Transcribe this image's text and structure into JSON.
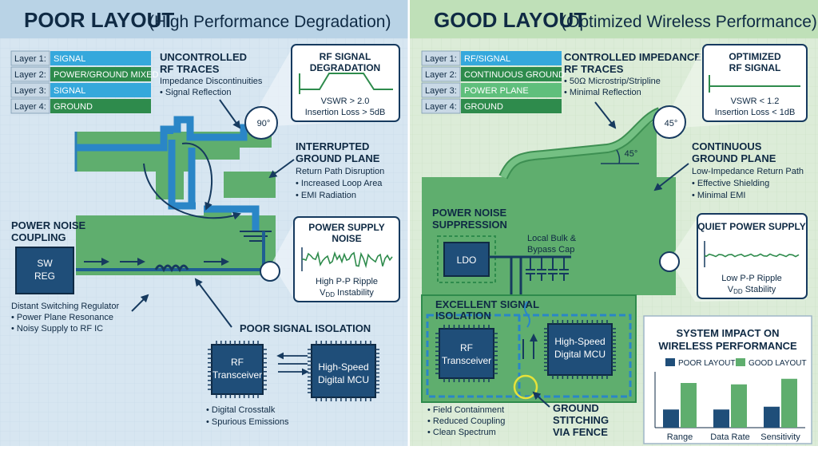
{
  "poor": {
    "title_bold": "POOR LAYOUT",
    "title_rest": "(High Performance Degradation)",
    "layers": [
      {
        "label": "Layer 1:",
        "value": "SIGNAL"
      },
      {
        "label": "Layer 2:",
        "value": "POWER/GROUND MIXED"
      },
      {
        "label": "Layer 3:",
        "value": "SIGNAL"
      },
      {
        "label": "Layer 4:",
        "value": "GROUND"
      }
    ],
    "rf_traces": {
      "title1": "UNCONTROLLED",
      "title2": "RF TRACES",
      "desc": "Impedance Discontinuities",
      "bullet": "• Signal Reflection"
    },
    "angle": "90°",
    "rf_box": {
      "title1": "RF SIGNAL",
      "title2": "DEGRADATION",
      "line1": "VSWR > 2.0",
      "line2": "Insertion Loss > 5dB"
    },
    "ground": {
      "title1": "INTERRUPTED",
      "title2": "GROUND PLANE",
      "desc": "Return Path Disruption",
      "b1": "• Increased Loop Area",
      "b2": "• EMI Radiation"
    },
    "power_noise": {
      "title1": "POWER NOISE",
      "title2": "COUPLING"
    },
    "sw_reg": {
      "line1": "SW",
      "line2": "REG"
    },
    "distant": {
      "title": "Distant Switching Regulator",
      "b1": "• Power Plane Resonance",
      "b2": "• Noisy Supply to RF IC"
    },
    "ps_box": {
      "title1": "POWER SUPPLY",
      "title2": "NOISE",
      "line1": "High P-P Ripple",
      "line2_main": "V",
      "line2_sub": "DD",
      "line2_rest": " Instability"
    },
    "isolation": {
      "title": "POOR SIGNAL ISOLATION"
    },
    "rf_chip": {
      "line1": "RF",
      "line2": "Transceiver"
    },
    "mcu_chip": {
      "line1": "High-Speed",
      "line2": "Digital MCU"
    },
    "iso_bullets": {
      "b1": "• Digital Crosstalk",
      "b2": "• Spurious Emissions"
    }
  },
  "good": {
    "title_bold": "GOOD LAYOUT",
    "title_rest": "(Optimized Wireless Performance)",
    "layers": [
      {
        "label": "Layer 1:",
        "value": "RF/SIGNAL"
      },
      {
        "label": "Layer 2:",
        "value": "CONTINUOUS GROUND"
      },
      {
        "label": "Layer 3:",
        "value": "POWER PLANE"
      },
      {
        "label": "Layer 4:",
        "value": "GROUND"
      }
    ],
    "rf_traces": {
      "title1": "CONTROLLED IMPEDANCE",
      "title2": "RF TRACES",
      "b1": "• 50Ω Microstrip/Stripline",
      "b2": "• Minimal Reflection"
    },
    "angle1": "45°",
    "angle2": "45°",
    "rf_box": {
      "title1": "OPTIMIZED",
      "title2": "RF SIGNAL",
      "line1": "VSWR < 1.2",
      "line2": "Insertion Loss < 1dB"
    },
    "ground": {
      "title1": "CONTINUOUS",
      "title2": "GROUND PLANE",
      "desc": "Low-Impedance Return Path",
      "b1": "• Effective Shielding",
      "b2": "• Minimal EMI"
    },
    "power_noise": {
      "title1": "POWER NOISE",
      "title2": "SUPPRESSION"
    },
    "ldo": "LDO",
    "bulk": {
      "line1": "Local Bulk &",
      "line2": "Bypass Cap"
    },
    "qps_box": {
      "title": "QUIET POWER SUPPLY",
      "line1": "Low P-P Ripple",
      "line2_main": "V",
      "line2_sub": "DD",
      "line2_rest": " Stability"
    },
    "isolation": {
      "title1": "EXCELLENT SIGNAL",
      "title2": "ISOLATION"
    },
    "rf_chip": {
      "line1": "RF",
      "line2": "Transceiver"
    },
    "mcu_chip": {
      "line1": "High-Speed",
      "line2": "Digital MCU"
    },
    "iso_bullets": {
      "b1": "• Field Containment",
      "b2": "• Reduced Coupling",
      "b3": "• Clean Spectrum"
    },
    "stitching": {
      "line1": "GROUND",
      "line2": "STITCHING",
      "line3": "VIA FENCE"
    }
  },
  "chart_data": {
    "type": "bar",
    "title": "SYSTEM IMPACT ON WIRELESS PERFORMANCE",
    "title_line1": "SYSTEM IMPACT ON",
    "title_line2": "WIRELESS PERFORMANCE",
    "categories": [
      "Range",
      "Data Rate",
      "Sensitivity"
    ],
    "series": [
      {
        "name": "POOR LAYOUT",
        "values": [
          26,
          26,
          30
        ]
      },
      {
        "name": "GOOD LAYOUT",
        "values": [
          64,
          62,
          70
        ]
      }
    ],
    "ylim": [
      0,
      80
    ],
    "legend": "top",
    "colors": {
      "poor": "#1f4e79",
      "good": "#5fae6e"
    }
  },
  "colors": {
    "left_bg": "#d7e6f1",
    "right_bg": "#dcecd8",
    "pcb_green": "#5fae6e",
    "trace_blue": "#2a86c7",
    "navy": "#163a5f",
    "layer_cyan": "#35a8dc",
    "layer_green": "#2e8b4c"
  }
}
